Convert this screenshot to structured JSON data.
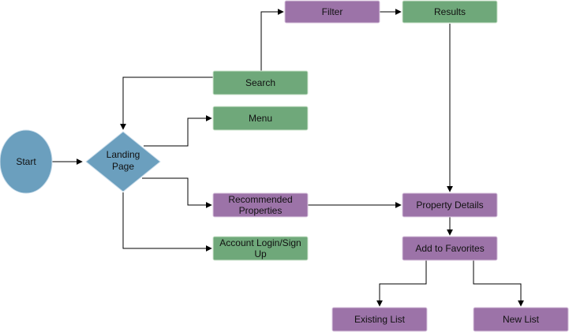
{
  "colors": {
    "start": "#6b9fbe",
    "decision": "#6b9fbe",
    "green": "#6fa87a",
    "green_border": "#cfe6cf",
    "purple": "#9c73a8",
    "purple_border": "#d9c4de",
    "edge": "#000000"
  },
  "nodes": {
    "start": {
      "label": "Start"
    },
    "landing": {
      "line1": "Landing",
      "line2": "Page"
    },
    "search": {
      "label": "Search"
    },
    "menu": {
      "label": "Menu"
    },
    "recommended": {
      "line1": "Recommended",
      "line2": "Properties"
    },
    "account": {
      "line1": "Account Login/Sign",
      "line2": "Up"
    },
    "filter": {
      "label": "Filter"
    },
    "results": {
      "label": "Results"
    },
    "property_details": {
      "label": "Property Details"
    },
    "add_favorites": {
      "label": "Add to Favorites"
    },
    "existing_list": {
      "label": "Existing List"
    },
    "new_list": {
      "label": "New List"
    }
  },
  "edges": [
    {
      "from": "start",
      "to": "landing"
    },
    {
      "from": "landing",
      "to": "menu"
    },
    {
      "from": "landing",
      "to": "recommended"
    },
    {
      "from": "landing",
      "to": "account"
    },
    {
      "from": "search",
      "to": "landing"
    },
    {
      "from": "search",
      "to": "filter"
    },
    {
      "from": "filter",
      "to": "results"
    },
    {
      "from": "results",
      "to": "property_details"
    },
    {
      "from": "recommended",
      "to": "property_details"
    },
    {
      "from": "property_details",
      "to": "add_favorites"
    },
    {
      "from": "add_favorites",
      "to": "existing_list"
    },
    {
      "from": "add_favorites",
      "to": "new_list"
    }
  ]
}
